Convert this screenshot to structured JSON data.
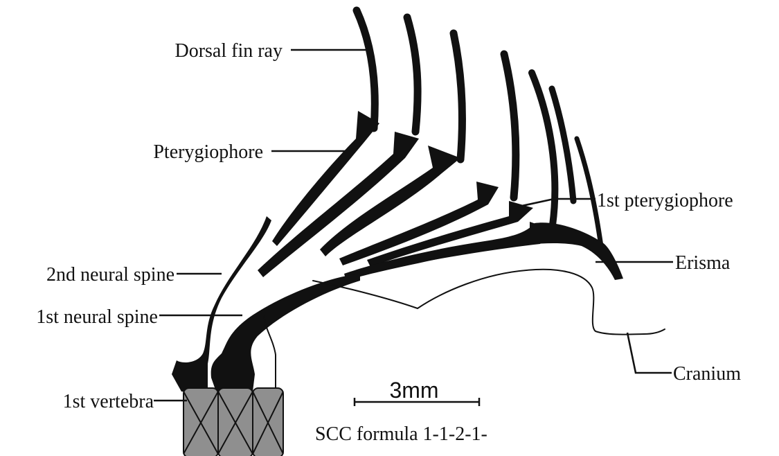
{
  "labels": {
    "dorsal_fin_ray": "Dorsal fin ray",
    "pterygiophore": "Pterygiophore",
    "first_pterygiophore": "1st pterygiophore",
    "erisma": "Erisma",
    "second_neural_spine": "2nd neural spine",
    "first_neural_spine": "1st neural spine",
    "first_vertebra": "1st vertebra",
    "cranium": "Cranium"
  },
  "scale_bar": {
    "label": "3mm"
  },
  "caption": "SCC formula 1-1-2-1-",
  "colors": {
    "ink": "#111111",
    "vertebra_fill": "#8f8f8f",
    "background": "#ffffff"
  }
}
